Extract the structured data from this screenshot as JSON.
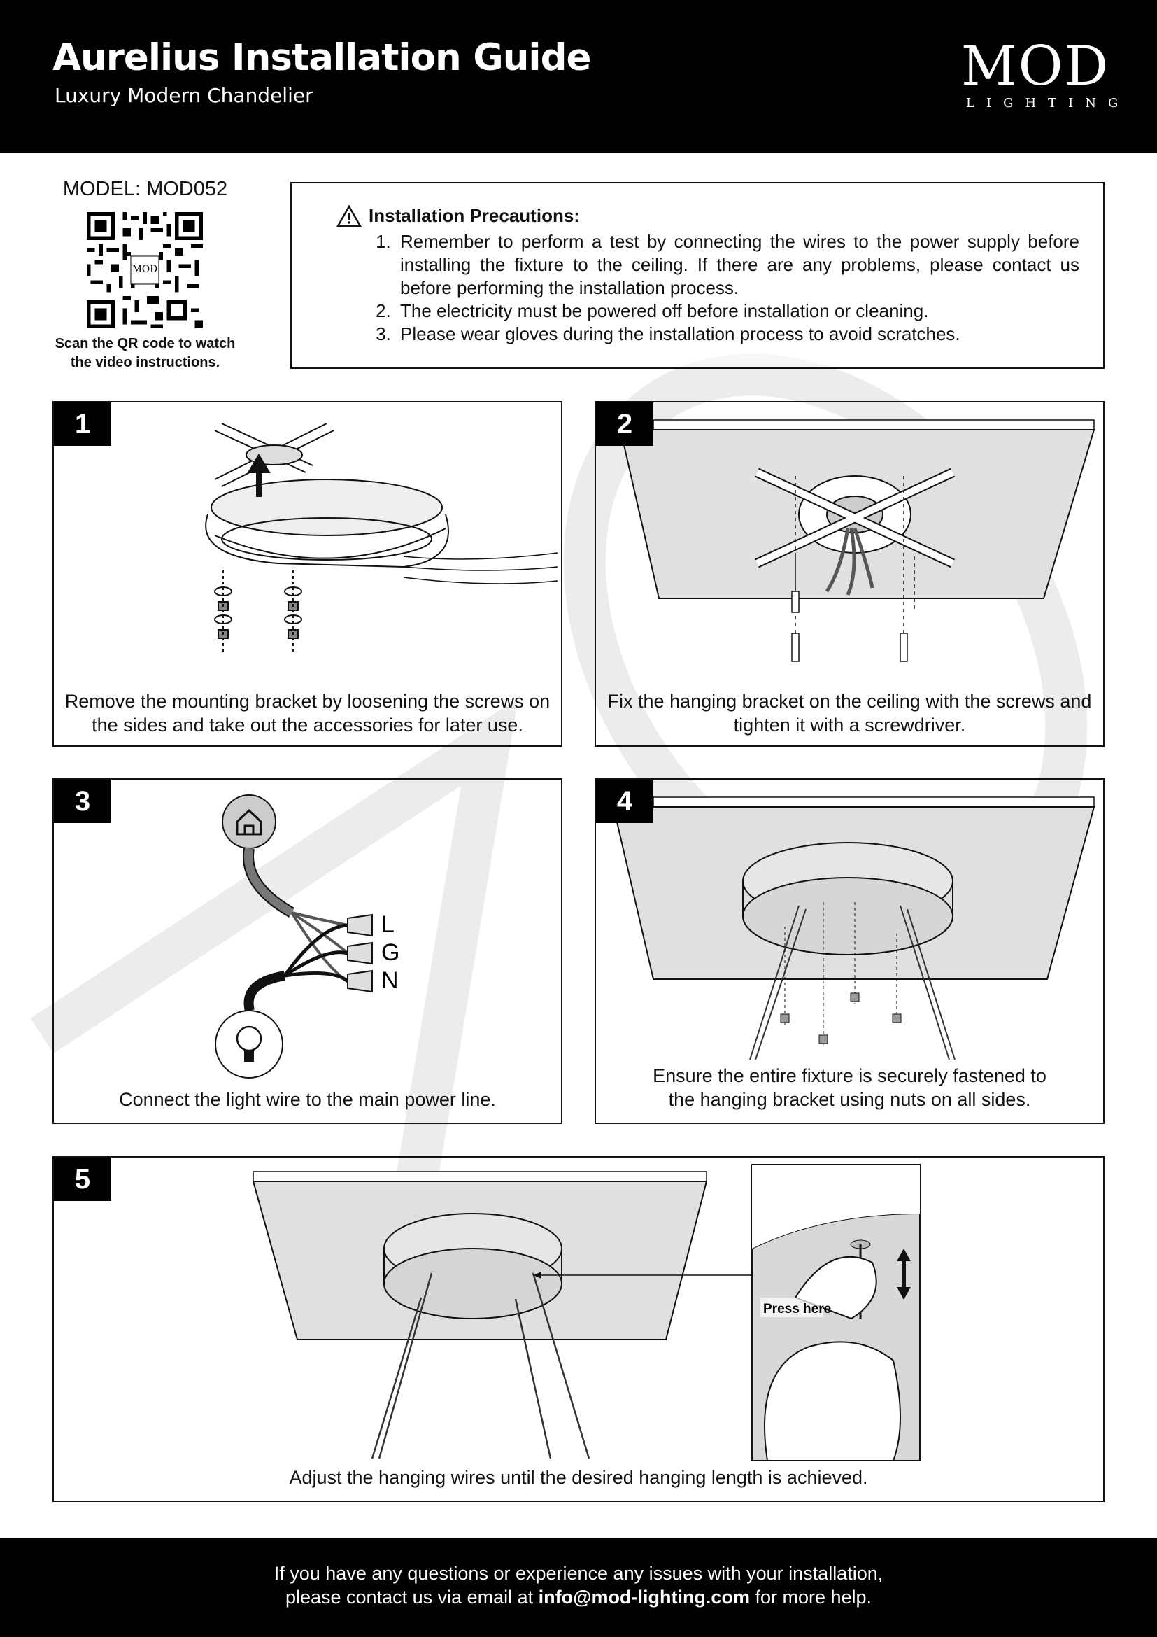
{
  "header": {
    "title": "Aurelius Installation Guide",
    "subtitle": "Luxury Modern Chandelier",
    "logo_main": "MOD",
    "logo_sub": "LIGHTING"
  },
  "model": {
    "label": "MODEL: MOD052",
    "qr_caption_line1": "Scan the QR code to watch",
    "qr_caption_line2": "the video instructions."
  },
  "precautions": {
    "icon": "warning-triangle-icon",
    "title": "Installation Precautions:",
    "items": [
      "Remember to perform a test by connecting the wires to the power supply before installing the fixture to the ceiling. If there are any problems, please contact us before performing the installation process.",
      "The electricity must be powered off before installation or cleaning.",
      "Please wear gloves during the installation process to avoid scratches."
    ]
  },
  "steps": [
    {
      "number": "1",
      "caption_line1": "Remove the mounting bracket by loosening the screws on",
      "caption_line2": "the sides and take out the accessories for later use."
    },
    {
      "number": "2",
      "caption_line1": "Fix the hanging bracket on the ceiling with the screws and",
      "caption_line2": "tighten it with a screwdriver."
    },
    {
      "number": "3",
      "caption_line1": "Connect the light wire to the main power line.",
      "wire_labels": [
        "L",
        "G",
        "N"
      ]
    },
    {
      "number": "4",
      "caption_line1": "Ensure the entire fixture is securely fastened to",
      "caption_line2": "the hanging bracket using nuts on all sides."
    },
    {
      "number": "5",
      "caption_line1": "Adjust the hanging wires until the desired hanging length is achieved.",
      "inset_label": "Press here"
    }
  ],
  "footer": {
    "line1": "If you have any questions or experience any issues with your installation,",
    "line2_prefix": "please contact us via email at ",
    "email": "info@mod-lighting.com",
    "line2_suffix": " for more help."
  }
}
